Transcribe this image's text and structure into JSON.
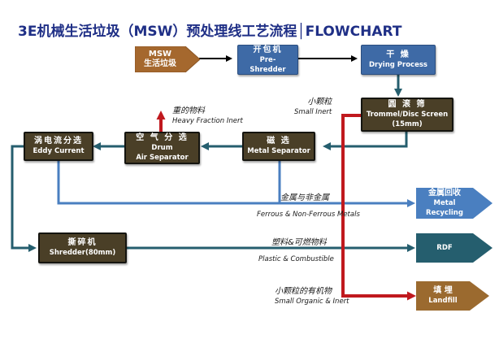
{
  "title": "3E机械生活垃圾（MSW）预处理线工艺流程│FLOWCHART",
  "colors": {
    "title": "#1f2f86",
    "input": "#a5682e",
    "process_blue": "#3e6aa6",
    "process_dark": "#4a3f27",
    "metal_output": "#4a7fc0",
    "rdf_output": "#255e6e",
    "landfill_output": "#9b6a2f",
    "flow_teal": "#255e6e",
    "flow_blue": "#4a7fc0",
    "flow_red": "#c0191e",
    "flow_black": "#000000"
  },
  "nodes": {
    "msw": {
      "zh": "MSW",
      "en": "生活垃圾"
    },
    "pre_shredder": {
      "zh": "开包机",
      "en1": "Pre-",
      "en2": "Shredder"
    },
    "drying": {
      "zh": "干 燥",
      "en": "Drying Process"
    },
    "trommel": {
      "zh": "圆 滚 筛",
      "en1": "Trommel/Disc Screen",
      "en2": "(15mm)"
    },
    "metal_separator": {
      "zh": "磁 选",
      "en": "Metal Separator"
    },
    "air_separator": {
      "zh": "空 气 分 选",
      "en1": "Drum",
      "en2": "Air  Separator"
    },
    "eddy_current": {
      "zh": "涡电流分选",
      "en": "Eddy Current"
    },
    "shredder": {
      "zh": "撕碎机",
      "en": "Shredder(80mm)"
    }
  },
  "outputs": {
    "metal_recycling": {
      "zh": "金属回收",
      "en1": "Metal",
      "en2": "Recycling"
    },
    "rdf": {
      "label": "RDF"
    },
    "landfill": {
      "zh": "填 埋",
      "en": "Landfill"
    }
  },
  "flow_labels": {
    "small_inert": {
      "zh": "小颗粒",
      "en": "Small Inert"
    },
    "heavy_fraction": {
      "zh": "重的物料",
      "en": "Heavy Fraction Inert"
    },
    "metals": {
      "zh": "金属与非金属",
      "en": "Ferrous & Non-Ferrous Metals"
    },
    "plastic": {
      "zh": "塑料&可燃物料",
      "en": "Plastic & Combustible"
    },
    "small_organic": {
      "zh": "小颗粒的有机物",
      "en": "Small Organic & Inert"
    }
  }
}
